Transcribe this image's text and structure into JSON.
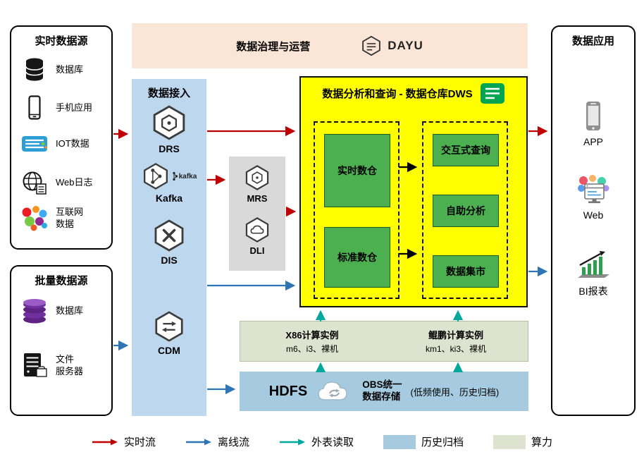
{
  "colors": {
    "realtime_flow": "#c00000",
    "offline_flow": "#2e75b6",
    "external_read": "#00a79d",
    "governance_bg": "#fbe5d6",
    "access_bg": "#bdd7ee",
    "middleware_bg": "#d9d9d9",
    "dws_bg": "#ffff00",
    "dws_node_green": "#4caf50",
    "compute_bg": "#dde3cf",
    "storage_bg": "#a6cbe1"
  },
  "realtime_sources": {
    "title": "实时数据源",
    "items": [
      {
        "label": "数据库",
        "icon": "database-icon"
      },
      {
        "label": "手机应用",
        "icon": "mobile-icon"
      },
      {
        "label": "IOT数据",
        "icon": "iot-icon"
      },
      {
        "label": "Web日志",
        "icon": "web-globe-icon"
      },
      {
        "label": "互联网\n数据",
        "icon": "internet-data-icon"
      }
    ]
  },
  "batch_sources": {
    "title": "批量数据源",
    "items": [
      {
        "label": "数据库",
        "icon": "database-purple-icon"
      },
      {
        "label": "文件\n服务器",
        "icon": "file-server-icon"
      }
    ]
  },
  "governance": {
    "title": "数据治理与运营",
    "logo_text": "DAYU"
  },
  "data_access": {
    "title": "数据接入",
    "items": [
      {
        "label": "DRS",
        "icon": "drs-hexagon-icon"
      },
      {
        "label": "Kafka",
        "icon": "kafka-hexagon-icon",
        "badge": "kafka"
      },
      {
        "label": "DIS",
        "icon": "dis-hexagon-icon"
      },
      {
        "label": "CDM",
        "icon": "cdm-hexagon-icon"
      }
    ]
  },
  "middleware": {
    "items": [
      {
        "label": "MRS",
        "icon": "mrs-hexagon-icon"
      },
      {
        "label": "DLI",
        "icon": "dli-hexagon-icon"
      }
    ]
  },
  "dws": {
    "title": "数据分析和查询 - 数据仓库DWS",
    "warehouse_nodes": [
      "实时数仓",
      "标准数仓"
    ],
    "service_nodes": [
      "交互式查询",
      "自助分析",
      "数据集市"
    ]
  },
  "compute": {
    "x86": {
      "title": "X86计算实例",
      "models": "m6、i3、裸机"
    },
    "kunpeng": {
      "title": "鲲鹏计算实例",
      "models": "km1、ki3、裸机"
    }
  },
  "storage": {
    "hdfs": "HDFS",
    "obs_line1": "OBS统一",
    "obs_line2": "数据存储",
    "obs_note": "(低频使用、历史归档)"
  },
  "applications": {
    "title": "数据应用",
    "items": [
      {
        "label": "APP",
        "icon": "app-phone-icon"
      },
      {
        "label": "Web",
        "icon": "web-app-icon"
      },
      {
        "label": "BI报表",
        "icon": "bi-report-icon"
      }
    ]
  },
  "legend": {
    "items": [
      {
        "label": "实时流",
        "type": "arrow",
        "color": "#c00000"
      },
      {
        "label": "离线流",
        "type": "arrow",
        "color": "#2e75b6"
      },
      {
        "label": "外表读取",
        "type": "arrow",
        "color": "#00a79d"
      },
      {
        "label": "历史归档",
        "type": "swatch",
        "color": "#a6cbe1"
      },
      {
        "label": "算力",
        "type": "swatch",
        "color": "#dde3cf"
      }
    ]
  }
}
